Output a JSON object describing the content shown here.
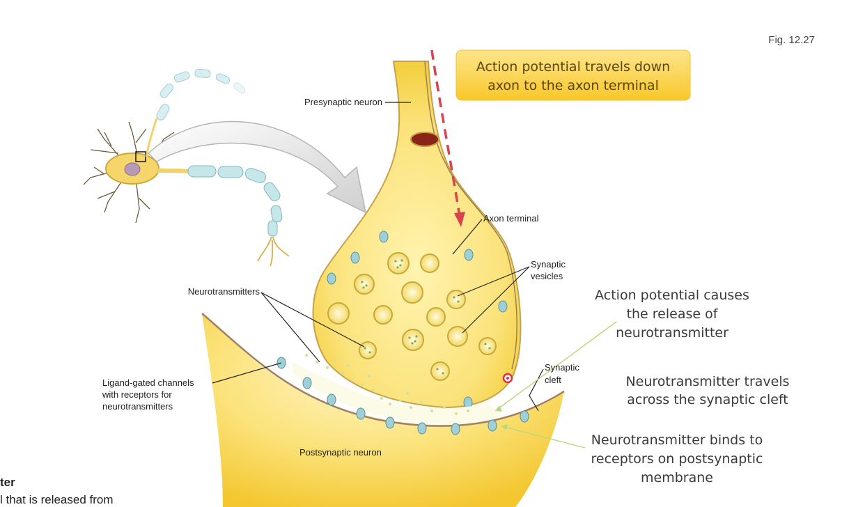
{
  "figure_label": "Fig. 12.27",
  "callout": {
    "line1": "Action potential travels down",
    "line2": "axon to the axon terminal",
    "fill_color": "#fbd03a"
  },
  "labels": {
    "presynaptic_neuron": "Presynaptic neuron",
    "axon_terminal": "Axon terminal",
    "synaptic_vesicles_1": "Synaptic",
    "synaptic_vesicles_2": "vesicles",
    "neurotransmitters": "Neurotransmitters",
    "synaptic_cleft_1": "Synaptic",
    "synaptic_cleft_2": "cleft",
    "ligand_1": "Ligand-gated channels",
    "ligand_2": "with receptors for",
    "ligand_3": "neurotransmitters",
    "postsynaptic_neuron": "Postsynaptic neuron"
  },
  "annotations": {
    "release_1": "Action potential causes",
    "release_2": "the release of",
    "release_3": "neurotransmitter",
    "travel_1": "Neurotransmitter travels",
    "travel_2": "across the synaptic cleft",
    "bind_1": "Neurotransmitter binds to",
    "bind_2": "receptors on postsynaptic",
    "bind_3": "membrane"
  },
  "partial_text": {
    "line1": "ter",
    "line2": "l that is released from"
  },
  "colors": {
    "neuron_yellow": "#fbe27a",
    "arrow_red": "#d9434e",
    "pointer_green": "#a8cf5a",
    "receptor_blue": "#8fc7d2"
  }
}
